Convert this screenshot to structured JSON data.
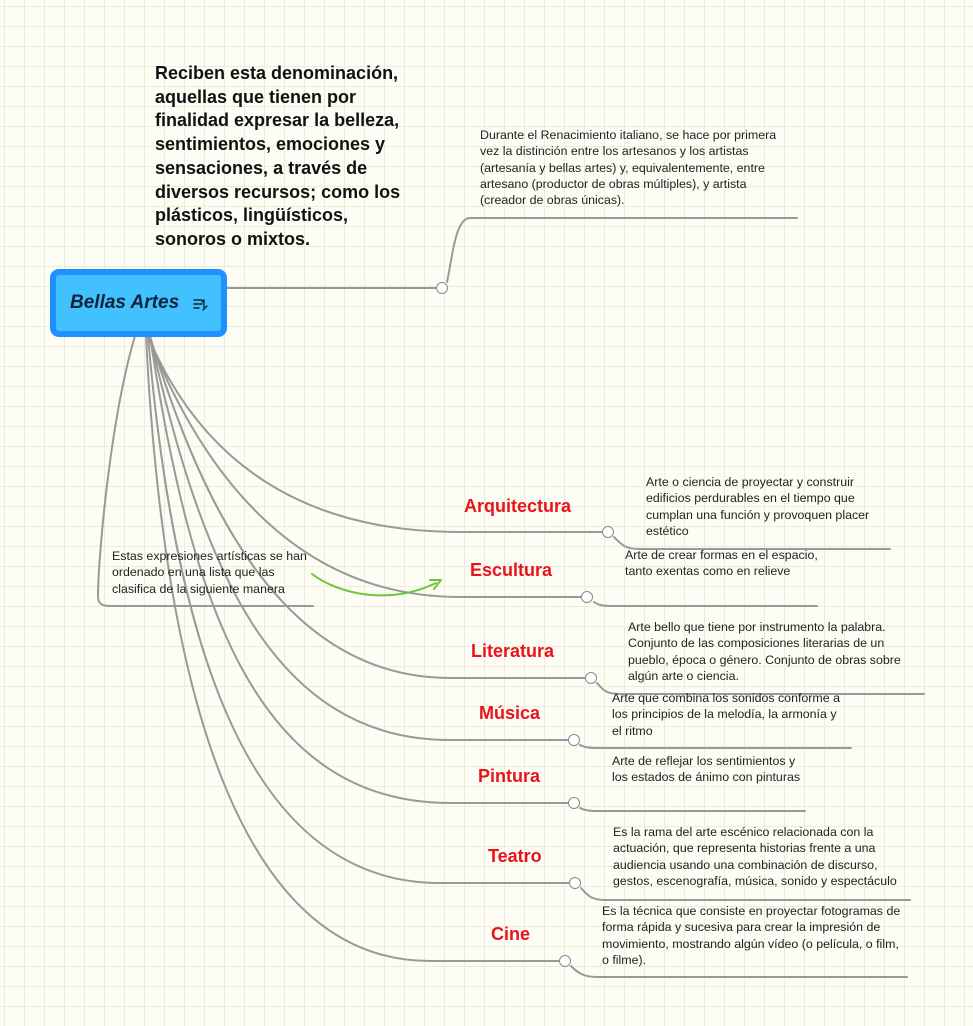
{
  "main_topic": {
    "title": "Bellas Artes",
    "icon": "notes-icon"
  },
  "main_note": "Reciben esta denominación, aquellas que tienen por finalidad expresar la belleza, sentimientos, emociones y sensaciones, a través de diversos recursos; como los plásticos, lingüísticos, sonoros o mixtos.",
  "renaissance_note": "Durante el Renacimiento italiano, se hace por primera vez la distinción entre los artesanos y los artistas (artesanía y bellas artes) y, equivalentemente, entre artesano (productor de obras múltiples), y artista (creador de obras únicas).",
  "classification_note": "Estas expresiones artísticas se han ordenado en una lista que las clasifica de la siguiente manera",
  "colors": {
    "line": "#999999",
    "topic_fill": "#41c2ff",
    "topic_border": "#1e90ff",
    "branch_text": "#e8141c",
    "arrow": "#6cc63a"
  },
  "branches": [
    {
      "label": "Arquitectura",
      "description": "Arte o ciencia de proyectar y construir edificios perdurables en el tiempo que cumplan una función y provoquen placer estético"
    },
    {
      "label": "Escultura",
      "description": "Arte de crear formas en el espacio, tanto exentas como en relieve"
    },
    {
      "label": "Literatura",
      "description": "Arte bello que tiene por instrumento la palabra. Conjunto de las composiciones literarias de un pueblo, época o género. Conjunto de obras sobre algún arte o ciencia."
    },
    {
      "label": "Música",
      "description": "Arte que combina los sonidos conforme a los principios de la melodía, la armonía y el ritmo"
    },
    {
      "label": "Pintura",
      "description": "Arte de reflejar los sentimientos y los estados de ánimo con pinturas"
    },
    {
      "label": "Teatro",
      "description": "Es la rama del arte escénico relacionada con la actuación, que representa historias frente a una audiencia usando una combinación de discurso, gestos, escenografía, música, sonido y espectáculo"
    },
    {
      "label": "Cine",
      "description": "Es la técnica que consiste en proyectar fotogramas de forma rápida y sucesiva para crear la impresión de movimiento, mostrando algún vídeo (o película, o film, o filme)."
    }
  ]
}
